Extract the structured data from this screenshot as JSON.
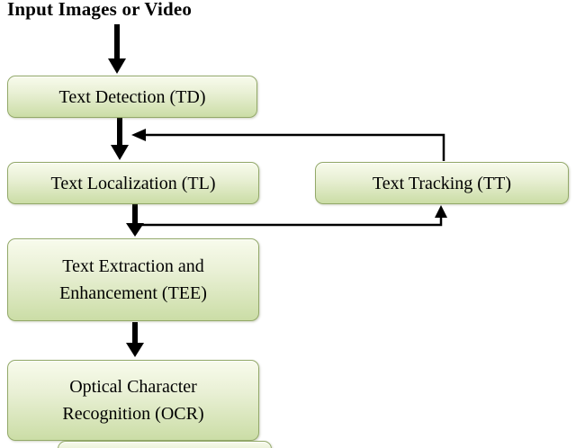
{
  "title": "Input Images or Video",
  "boxes": {
    "td": {
      "label": "Text Detection (TD)"
    },
    "tl": {
      "label": "Text Localization (TL)"
    },
    "tt": {
      "label": "Text Tracking (TT)"
    },
    "tee": {
      "line1": "Text Extraction and",
      "line2": "Enhancement (TEE)"
    },
    "ocr": {
      "line1": "Optical Character",
      "line2": "Recognition (OCR)"
    }
  },
  "colors": {
    "box_fill_top": "#f8fbec",
    "box_fill_bottom": "#cbdda6",
    "box_border": "#93a969",
    "arrow": "#000000",
    "background": "#ffffff",
    "text": "#000000"
  }
}
